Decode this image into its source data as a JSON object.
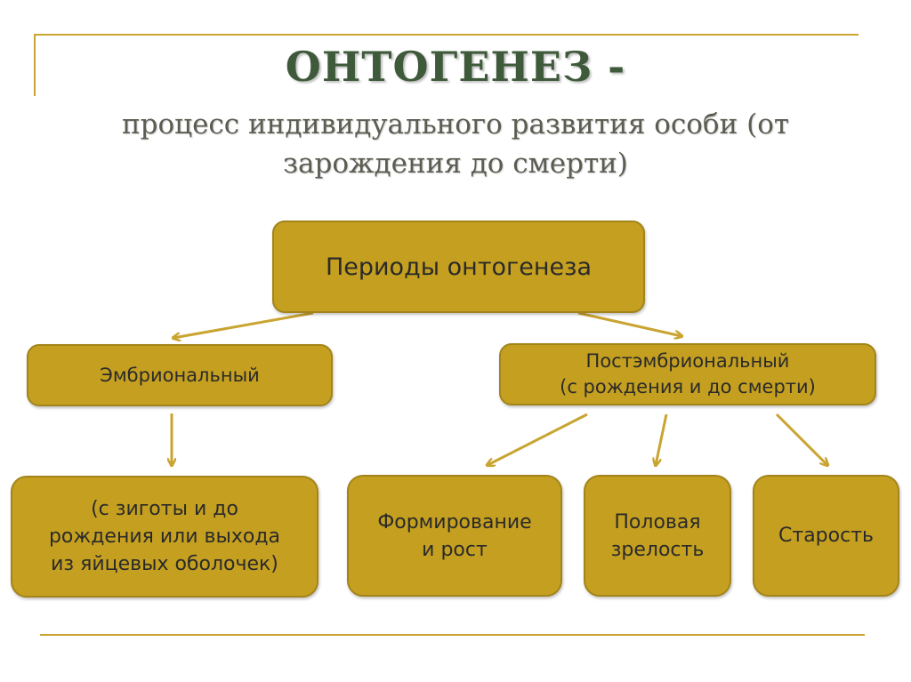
{
  "colors": {
    "box_fill": "#c5a020",
    "box_border": "#a3841a",
    "arrow": "#c9a431",
    "title": "#3f5a3a",
    "subtitle": "#5c5c52"
  },
  "header": {
    "title": "ОНТОГЕНЕЗ -",
    "subtitle": "процесс индивидуального развития особи (от зарождения до смерти)"
  },
  "diagram": {
    "root": "Периоды онтогенеза",
    "embryonic": {
      "label": "Эмбриональный",
      "detail_lines": [
        "(с зиготы и до",
        "рождения или выхода",
        "из яйцевых оболочек)"
      ]
    },
    "postembryonic": {
      "label_lines": [
        "Постэмбриональный",
        "(с рождения и до смерти)"
      ],
      "stages": {
        "growth_lines": [
          "Формирование",
          "и рост"
        ],
        "maturity_lines": [
          "Половая",
          "зрелость"
        ],
        "aging": "Старость"
      }
    }
  }
}
